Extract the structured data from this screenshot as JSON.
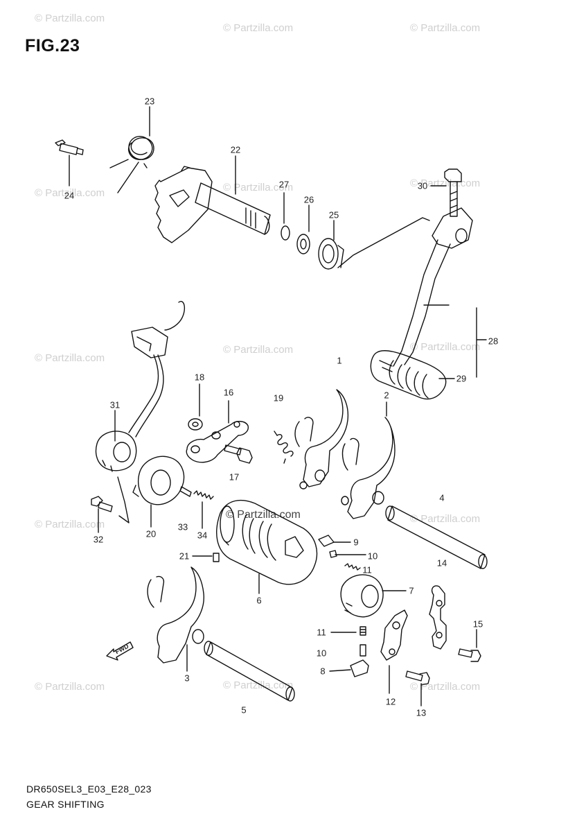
{
  "figure": {
    "title": "FIG.23"
  },
  "watermark": {
    "text": "© Partzilla.com",
    "center_text": "© Partzilla.com"
  },
  "callouts": {
    "n1": "1",
    "n2": "2",
    "n3": "3",
    "n4": "4",
    "n5": "5",
    "n6": "6",
    "n7": "7",
    "n8": "8",
    "n9": "9",
    "n10a": "10",
    "n10b": "10",
    "n11a": "11",
    "n11b": "11",
    "n12": "12",
    "n13": "13",
    "n14": "14",
    "n15": "15",
    "n16": "16",
    "n17": "17",
    "n18": "18",
    "n19": "19",
    "n20": "20",
    "n21": "21",
    "n22": "22",
    "n23": "23",
    "n24": "24",
    "n25": "25",
    "n26": "26",
    "n27": "27",
    "n28": "28",
    "n29": "29",
    "n30": "30",
    "n31": "31",
    "n32": "32",
    "n33": "33",
    "n34": "34"
  },
  "arrow_label": "FWD",
  "footer": {
    "code": "DR650SEL3_E03_E28_023",
    "name": "GEAR SHIFTING"
  }
}
